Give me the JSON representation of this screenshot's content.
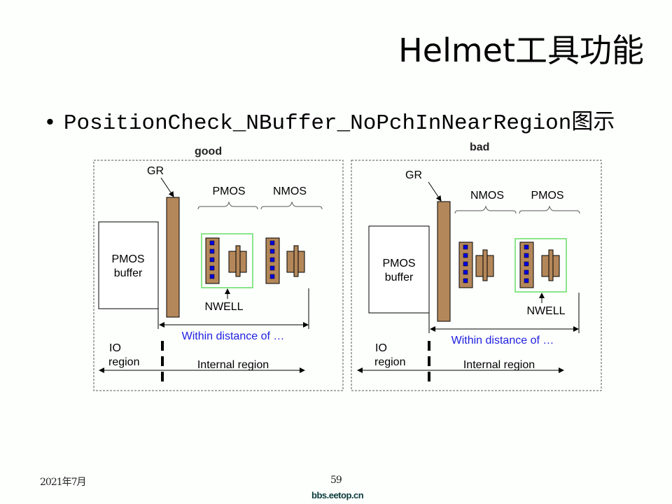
{
  "slide": {
    "title": "Helmet工具功能",
    "bullet": "PositionCheck_NBuffer_NoPchInNearRegion图示"
  },
  "good_panel": {
    "header": "good",
    "gr": "GR",
    "buffer_line1": "PMOS",
    "buffer_line2": "buffer",
    "device1": "PMOS",
    "device2": "NMOS",
    "nwell": "NWELL",
    "distance": "Within distance of …",
    "io_line1": "IO",
    "io_line2": "region",
    "internal": "Internal region"
  },
  "bad_panel": {
    "header": "bad",
    "gr": "GR",
    "buffer_line1": "PMOS",
    "buffer_line2": "buffer",
    "device1": "NMOS",
    "device2": "PMOS",
    "nwell": "NWELL",
    "distance": "Within distance of …",
    "io_line1": "IO",
    "io_line2": "region",
    "internal": "Internal region"
  },
  "footer": {
    "date": "2021年7月",
    "page": "59",
    "site": "bbs.eetop.cn"
  },
  "colors": {
    "poly": "#b4875a",
    "contact": "#0000dd",
    "nwell": "#66dd66",
    "distance_text": "#2020e0"
  }
}
